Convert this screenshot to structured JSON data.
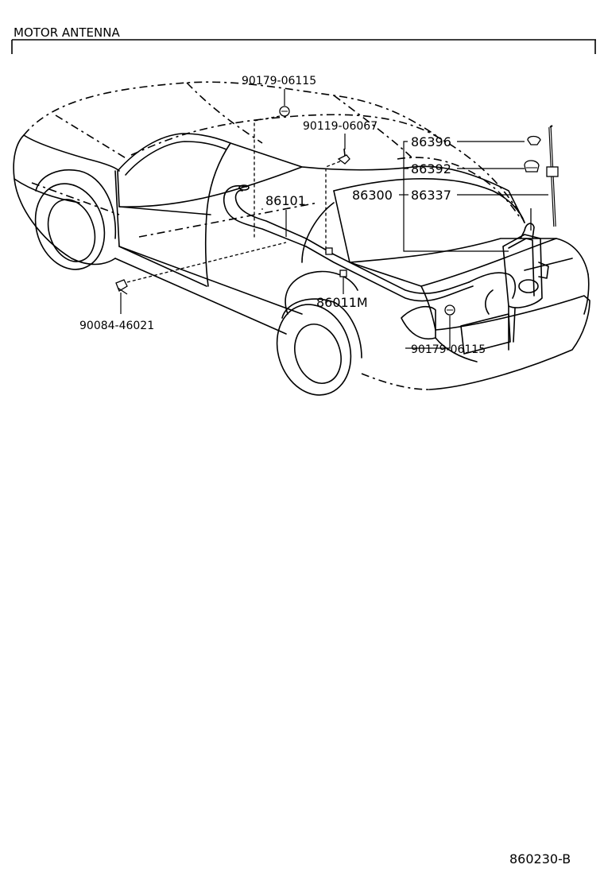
{
  "title": "MOTOR ANTENNA",
  "figure_code": "860230-B",
  "parts": {
    "clip_top": "90179-06115",
    "screw_pillar": "90119-06067",
    "cap": "86396",
    "nut": "86392",
    "assy": "86300",
    "mast": "86337",
    "cord": "86101",
    "extension_cord": "86011M",
    "clamp": "90084-46021",
    "clip_bottom": "90179-06115"
  }
}
